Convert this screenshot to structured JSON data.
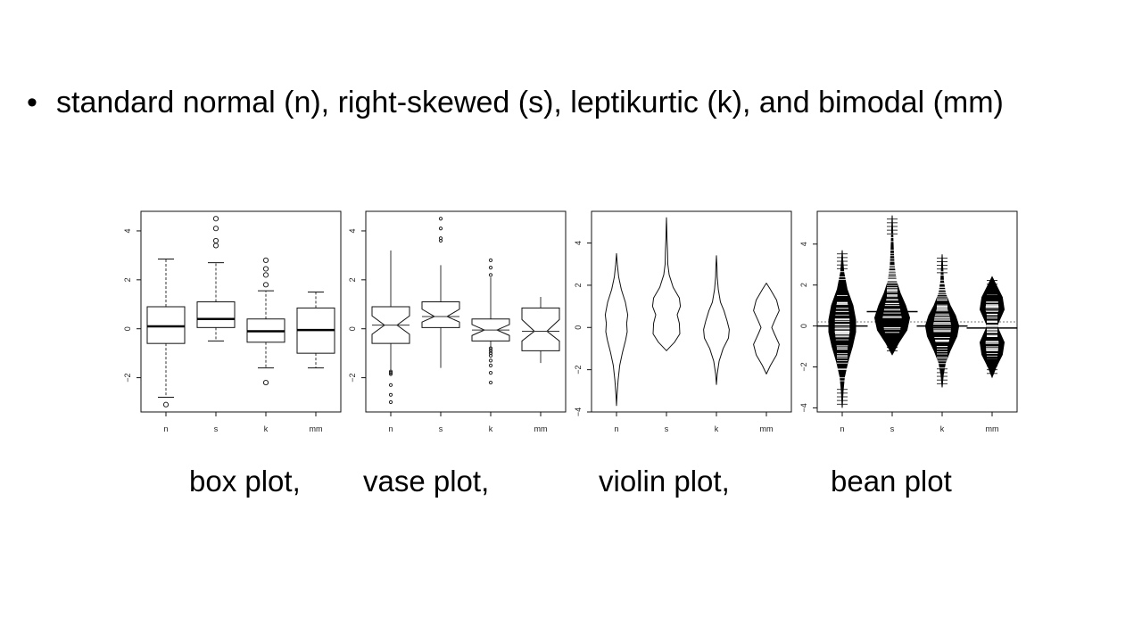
{
  "slide": {
    "bullet_symbol": "•",
    "bullet_text": "standard normal (n), right-skewed (s), leptikurtic (k), and bimodal (mm)"
  },
  "captions": [
    "box plot,",
    "vase plot,",
    "violin plot,",
    "bean plot"
  ],
  "chart_data": [
    {
      "type": "box",
      "title": "box plot,",
      "categories": [
        "n",
        "s",
        "k",
        "mm"
      ],
      "yticks": [
        -2,
        0,
        2,
        4
      ],
      "ylim": [
        -3.4,
        4.8
      ],
      "stats": [
        {
          "whisker_low": -2.8,
          "q1": -0.6,
          "median": 0.1,
          "q3": 0.9,
          "whisker_high": 2.85,
          "outliers": [
            -3.1
          ]
        },
        {
          "whisker_low": -0.5,
          "q1": 0.05,
          "median": 0.4,
          "q3": 1.1,
          "whisker_high": 2.7,
          "outliers": [
            3.4,
            3.6,
            4.1,
            4.5
          ]
        },
        {
          "whisker_low": -1.6,
          "q1": -0.55,
          "median": -0.1,
          "q3": 0.4,
          "whisker_high": 1.55,
          "outliers": [
            -2.2,
            1.8,
            2.2,
            2.45,
            2.8
          ]
        },
        {
          "whisker_low": -1.6,
          "q1": -1.0,
          "median": -0.05,
          "q3": 0.85,
          "whisker_high": 1.5,
          "outliers": []
        }
      ]
    },
    {
      "type": "vase",
      "title": "vase plot,",
      "categories": [
        "n",
        "s",
        "k",
        "mm"
      ],
      "yticks": [
        -2,
        0,
        2,
        4
      ],
      "ylim": [
        -3.4,
        4.8
      ],
      "stats": [
        {
          "whisker_low": -1.7,
          "q1": -0.6,
          "median": 0.15,
          "q3": 0.9,
          "whisker_high": 3.2,
          "outliers": [
            -1.75,
            -1.8,
            -1.85,
            -2.3,
            -2.7,
            -3.0
          ]
        },
        {
          "whisker_low": -1.6,
          "q1": 0.05,
          "median": 0.5,
          "q3": 1.1,
          "whisker_high": 2.6,
          "outliers": [
            3.6,
            3.7,
            4.1,
            4.5
          ]
        },
        {
          "whisker_low": -1.0,
          "q1": -0.5,
          "median": -0.05,
          "q3": 0.4,
          "whisker_high": 2.1,
          "outliers": [
            -0.8,
            -0.9,
            -1.0,
            -1.1,
            -1.3,
            -1.5,
            -1.8,
            -2.2,
            2.2,
            2.5,
            2.8
          ]
        },
        {
          "whisker_low": -1.4,
          "q1": -0.9,
          "median": -0.1,
          "q3": 0.85,
          "whisker_high": 1.3,
          "outliers": []
        }
      ]
    },
    {
      "type": "violin",
      "title": "violin plot,",
      "categories": [
        "n",
        "s",
        "k",
        "mm"
      ],
      "yticks": [
        -4,
        -2,
        0,
        2,
        4
      ],
      "ylim": [
        -4,
        5.5
      ],
      "series": [
        {
          "name": "n",
          "range": [
            -3.7,
            3.5
          ],
          "profile": [
            [
              -3.7,
              0.0
            ],
            [
              -3.2,
              0.02
            ],
            [
              -2.5,
              0.06
            ],
            [
              -1.8,
              0.12
            ],
            [
              -1.2,
              0.22
            ],
            [
              -0.6,
              0.34
            ],
            [
              -0.2,
              0.4
            ],
            [
              0.2,
              0.38
            ],
            [
              0.6,
              0.42
            ],
            [
              1.2,
              0.33
            ],
            [
              1.8,
              0.18
            ],
            [
              2.4,
              0.08
            ],
            [
              3.0,
              0.03
            ],
            [
              3.5,
              0.0
            ]
          ]
        },
        {
          "name": "s",
          "range": [
            -1.1,
            5.2
          ],
          "profile": [
            [
              -1.1,
              0.0
            ],
            [
              -0.7,
              0.3
            ],
            [
              -0.3,
              0.5
            ],
            [
              0.2,
              0.48
            ],
            [
              0.6,
              0.4
            ],
            [
              1.0,
              0.52
            ],
            [
              1.4,
              0.48
            ],
            [
              1.9,
              0.25
            ],
            [
              2.5,
              0.1
            ],
            [
              3.0,
              0.05
            ],
            [
              3.6,
              0.04
            ],
            [
              4.2,
              0.02
            ],
            [
              4.8,
              0.01
            ],
            [
              5.2,
              0.0
            ]
          ]
        },
        {
          "name": "k",
          "range": [
            -2.7,
            3.4
          ],
          "profile": [
            [
              -2.7,
              0.0
            ],
            [
              -2.2,
              0.03
            ],
            [
              -1.6,
              0.1
            ],
            [
              -1.0,
              0.25
            ],
            [
              -0.5,
              0.45
            ],
            [
              -0.1,
              0.48
            ],
            [
              0.3,
              0.4
            ],
            [
              0.8,
              0.28
            ],
            [
              1.2,
              0.15
            ],
            [
              1.8,
              0.07
            ],
            [
              2.4,
              0.03
            ],
            [
              2.9,
              0.02
            ],
            [
              3.4,
              0.0
            ]
          ]
        },
        {
          "name": "mm",
          "range": [
            -2.2,
            2.1
          ],
          "profile": [
            [
              -2.2,
              0.0
            ],
            [
              -1.8,
              0.15
            ],
            [
              -1.3,
              0.38
            ],
            [
              -0.8,
              0.48
            ],
            [
              -0.3,
              0.3
            ],
            [
              0.0,
              0.2
            ],
            [
              0.3,
              0.3
            ],
            [
              0.8,
              0.48
            ],
            [
              1.3,
              0.38
            ],
            [
              1.8,
              0.15
            ],
            [
              2.1,
              0.0
            ]
          ]
        }
      ]
    },
    {
      "type": "bean",
      "title": "bean plot",
      "categories": [
        "n",
        "s",
        "k",
        "mm"
      ],
      "yticks": [
        -4,
        -2,
        0,
        2,
        4
      ],
      "ylim": [
        -4.2,
        5.6
      ],
      "overall_mean": 0.2,
      "series": [
        {
          "name": "n",
          "mean": 0.0,
          "range": [
            -4.0,
            3.7
          ],
          "profile": [
            [
              -4.0,
              0.0
            ],
            [
              -3.2,
              0.03
            ],
            [
              -2.5,
              0.08
            ],
            [
              -1.8,
              0.2
            ],
            [
              -1.0,
              0.38
            ],
            [
              -0.3,
              0.5
            ],
            [
              0.3,
              0.5
            ],
            [
              1.0,
              0.4
            ],
            [
              1.8,
              0.18
            ],
            [
              2.6,
              0.06
            ],
            [
              3.2,
              0.02
            ],
            [
              3.7,
              0.0
            ]
          ]
        },
        {
          "name": "s",
          "mean": 0.7,
          "range": [
            -1.4,
            5.4
          ],
          "profile": [
            [
              -1.4,
              0.0
            ],
            [
              -0.8,
              0.25
            ],
            [
              -0.2,
              0.55
            ],
            [
              0.4,
              0.65
            ],
            [
              1.0,
              0.5
            ],
            [
              1.6,
              0.3
            ],
            [
              2.2,
              0.15
            ],
            [
              3.0,
              0.07
            ],
            [
              3.8,
              0.04
            ],
            [
              4.6,
              0.02
            ],
            [
              5.4,
              0.0
            ]
          ]
        },
        {
          "name": "k",
          "mean": 0.0,
          "range": [
            -3.0,
            3.5
          ],
          "profile": [
            [
              -3.0,
              0.0
            ],
            [
              -2.4,
              0.04
            ],
            [
              -1.8,
              0.12
            ],
            [
              -1.2,
              0.3
            ],
            [
              -0.5,
              0.55
            ],
            [
              0.0,
              0.62
            ],
            [
              0.5,
              0.5
            ],
            [
              1.0,
              0.3
            ],
            [
              1.6,
              0.12
            ],
            [
              2.2,
              0.05
            ],
            [
              2.9,
              0.02
            ],
            [
              3.5,
              0.0
            ]
          ]
        },
        {
          "name": "mm",
          "mean": -0.1,
          "range": [
            -2.5,
            2.4
          ],
          "profile": [
            [
              -2.5,
              0.0
            ],
            [
              -2.0,
              0.15
            ],
            [
              -1.4,
              0.38
            ],
            [
              -0.8,
              0.45
            ],
            [
              -0.3,
              0.28
            ],
            [
              0.0,
              0.18
            ],
            [
              0.3,
              0.28
            ],
            [
              0.8,
              0.45
            ],
            [
              1.4,
              0.38
            ],
            [
              2.0,
              0.15
            ],
            [
              2.4,
              0.0
            ]
          ]
        }
      ]
    }
  ]
}
